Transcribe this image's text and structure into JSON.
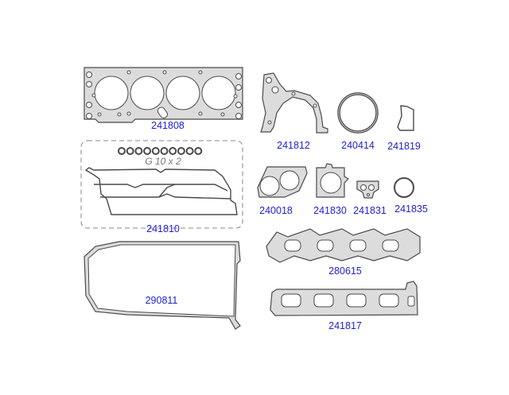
{
  "parts": {
    "head_gasket": "241808",
    "valve_cover_set": "241810",
    "valve_seal_note": "G 10 x 2",
    "oil_pan": "290811",
    "rear_seal_housing": "241812",
    "ring_seal": "240414",
    "small_gasket": "241819",
    "throttle_gasket": "240018",
    "flange_gasket": "241830",
    "small_flange": "241831",
    "o_ring": "241835",
    "exhaust_manifold": "280615",
    "intake_manifold": "241817"
  },
  "colors": {
    "label": "#1f1fd6",
    "gasket_fill": "#dcdcdc",
    "outline": "#4a4a4a"
  }
}
